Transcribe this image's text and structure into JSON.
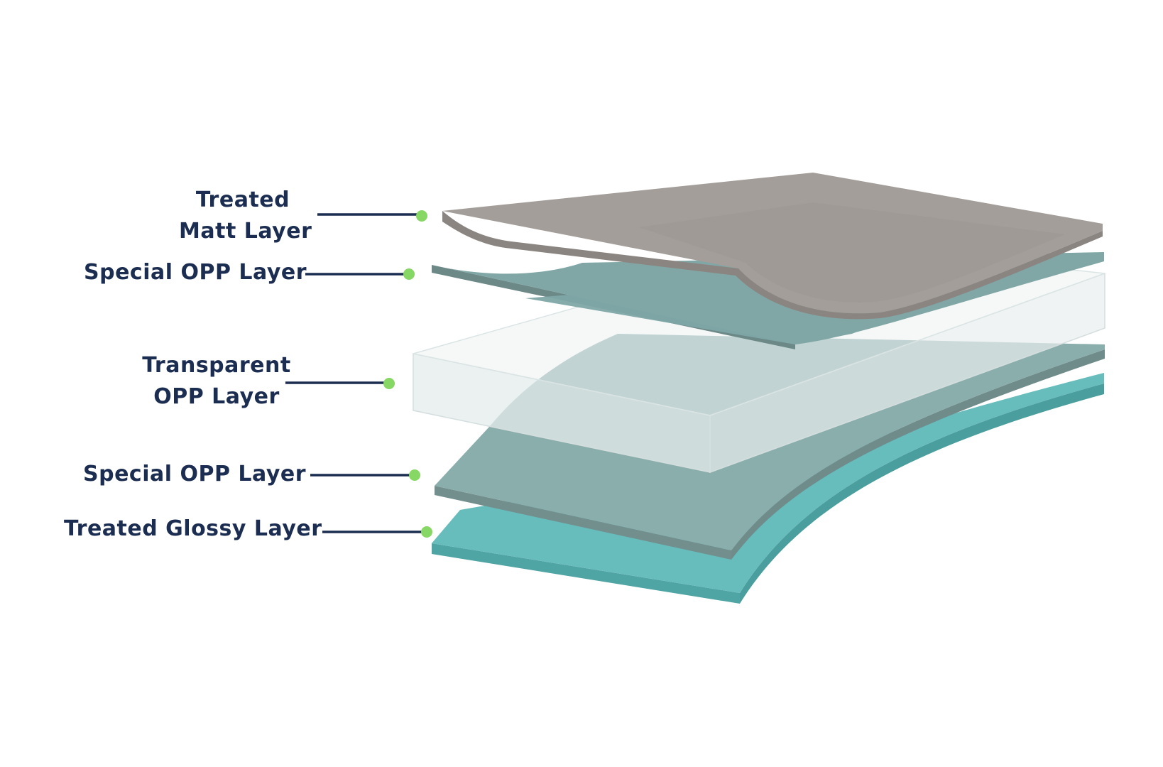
{
  "layers": [
    {
      "id": "matt",
      "lines": [
        "Treated",
        "Matt Layer"
      ],
      "color": "#a09a96"
    },
    {
      "id": "special-top",
      "lines": [
        "Special OPP Layer"
      ],
      "color": "#80a7a6"
    },
    {
      "id": "transparent",
      "lines": [
        "Transparent",
        "OPP Layer"
      ],
      "color": "#e4ecec"
    },
    {
      "id": "special-bottom",
      "lines": [
        "Special OPP Layer"
      ],
      "color": "#8aaeac"
    },
    {
      "id": "glossy",
      "lines": [
        "Treated Glossy Layer"
      ],
      "color": "#67bcbc"
    }
  ],
  "colors": {
    "label_text": "#1c2d52",
    "leader_line": "#1c2d52",
    "marker_dot": "#86d764"
  }
}
